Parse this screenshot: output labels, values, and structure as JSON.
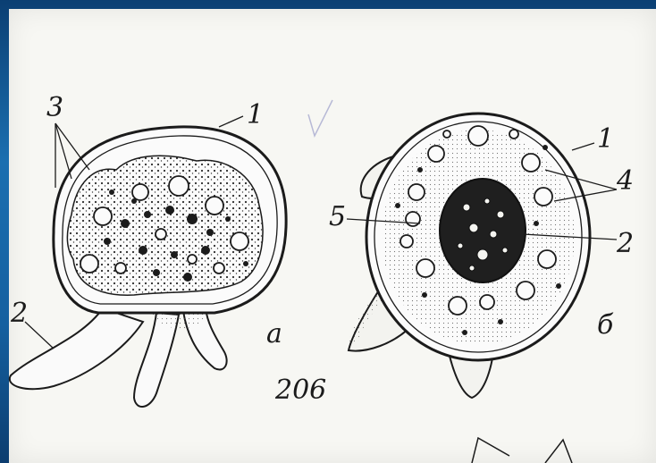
{
  "figure": {
    "number": "206",
    "panel_left_letter": "а",
    "panel_right_letter": "б"
  },
  "labels_left": {
    "l1": "1",
    "l2": "2",
    "l3": "3"
  },
  "labels_right": {
    "r1": "1",
    "r2": "2",
    "r4": "4",
    "r5": "5"
  },
  "colors": {
    "ink": "#1b1b1b",
    "paper": "#f7f7f3",
    "background": "#0d4f86"
  }
}
